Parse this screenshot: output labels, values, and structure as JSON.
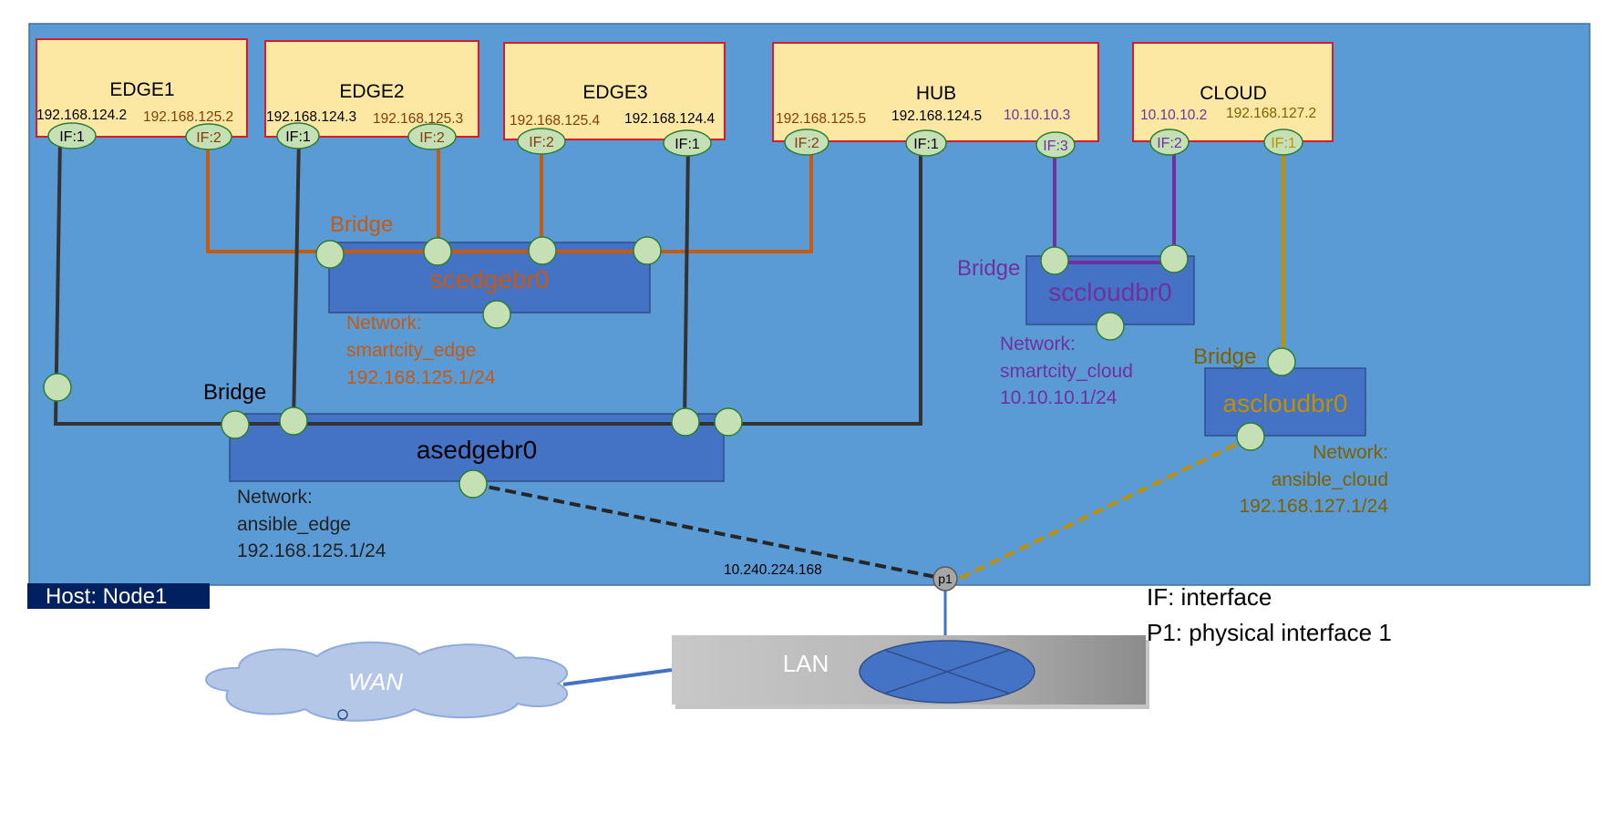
{
  "host": {
    "label": "Host: Node1"
  },
  "nodes": {
    "edge1": {
      "name": "EDGE1",
      "ip_a": "192.168.124.2",
      "ip_b": "192.168.125.2",
      "if_a": "IF:1",
      "if_b": "IF:2"
    },
    "edge2": {
      "name": "EDGE2",
      "ip_a": "192.168.124.3",
      "ip_b": "192.168.125.3",
      "if_a": "IF:1",
      "if_b": "IF:2"
    },
    "edge3": {
      "name": "EDGE3",
      "ip_a": "192.168.125.4",
      "ip_b": "192.168.124.4",
      "if_a": "IF:2",
      "if_b": "IF:1"
    },
    "hub": {
      "name": "HUB",
      "ip_a": "192.168.125.5",
      "ip_b": "192.168.124.5",
      "ip_c": "10.10.10.3",
      "if_a": "IF:2",
      "if_b": "IF:1",
      "if_c": "IF:3"
    },
    "cloud": {
      "name": "CLOUD",
      "ip_a": "10.10.10.2",
      "ip_b": "192.168.127.2",
      "if_a": "IF:2",
      "if_b": "IF:1"
    }
  },
  "bridges": {
    "scedge": {
      "bridge_label": "Bridge",
      "name": "scedgebr0",
      "network_label": "Network:",
      "network_name": "smartcity_edge",
      "subnet": "192.168.125.1/24"
    },
    "asedge": {
      "bridge_label": "Bridge",
      "name": "asedgebr0",
      "network_label": "Network:",
      "network_name": "ansible_edge",
      "subnet": "192.168.125.1/24"
    },
    "sccloud": {
      "bridge_label": "Bridge",
      "name": "sccloudbr0",
      "network_label": "Network:",
      "network_name": "smartcity_cloud",
      "subnet": "10.10.10.1/24"
    },
    "ascloud": {
      "bridge_label": "Bridge",
      "name": "ascloudbr0",
      "network_label": "Network:",
      "network_name": "ansible_cloud",
      "subnet": "192.168.127.1/24"
    }
  },
  "physical": {
    "p1_label": "p1",
    "p1_ip": "10.240.224.168"
  },
  "legend": {
    "line1": "IF: interface",
    "line2": "P1: physical interface 1"
  },
  "lan": {
    "label": "LAN"
  },
  "wan": {
    "label": "WAN"
  },
  "colors": {
    "host_bg": "#5b9bd5",
    "bridge_fill": "#4472c4",
    "node_fill": "#fde8a3",
    "node_border": "#d81b2b",
    "orange": "#c55a11",
    "dark": "#333333",
    "purple": "#7030a0",
    "gold": "#bf9000",
    "olive": "#7f6000"
  }
}
